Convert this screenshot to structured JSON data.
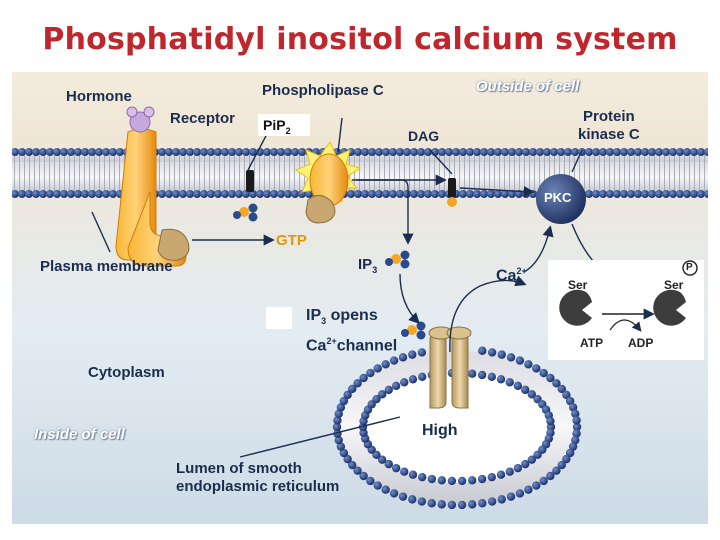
{
  "slide": {
    "title": "Phosphatidyl inositol calcium system"
  },
  "labels": {
    "hormone": "Hormone",
    "receptor": "Receptor",
    "phospholipase_c": "Phospholipase C",
    "outside_of_cell": "Outside of cell",
    "pip2_main": "PiP",
    "pip2_sub": "2",
    "dag": "DAG",
    "protein_kinase_c_line1": "Protein",
    "protein_kinase_c_line2": "kinase C",
    "pkc": "PKC",
    "plasma_membrane": "Plasma membrane",
    "gtp": "GTP",
    "ip3_main": "IP",
    "ip3_sub": "3",
    "ca2_main": "Ca",
    "ca2_sup": "2+",
    "ip3_opens_main": "IP",
    "ip3_opens_sub": "3",
    "ip3_opens_rest": "opens",
    "ca2_channel_main": "Ca",
    "ca2_channel_sup": "2+",
    "ca2_channel_rest": "channel",
    "cytoplasm": "Cytoplasm",
    "inside_of_cell": "Inside of cell",
    "high": "High",
    "lumen_line1": "Lumen of smooth",
    "lumen_line2": "endoplasmic reticulum",
    "ser_left": "Ser",
    "ser_right": "Ser",
    "atp": "ATP",
    "adp": "ADP",
    "phosphate": "P"
  },
  "colors": {
    "title": "#c0272d",
    "membrane_head": "#253f7a",
    "protein_orange": "#f5a623",
    "pkc": "#2a3f73",
    "label_text": "#1b2d4f"
  }
}
